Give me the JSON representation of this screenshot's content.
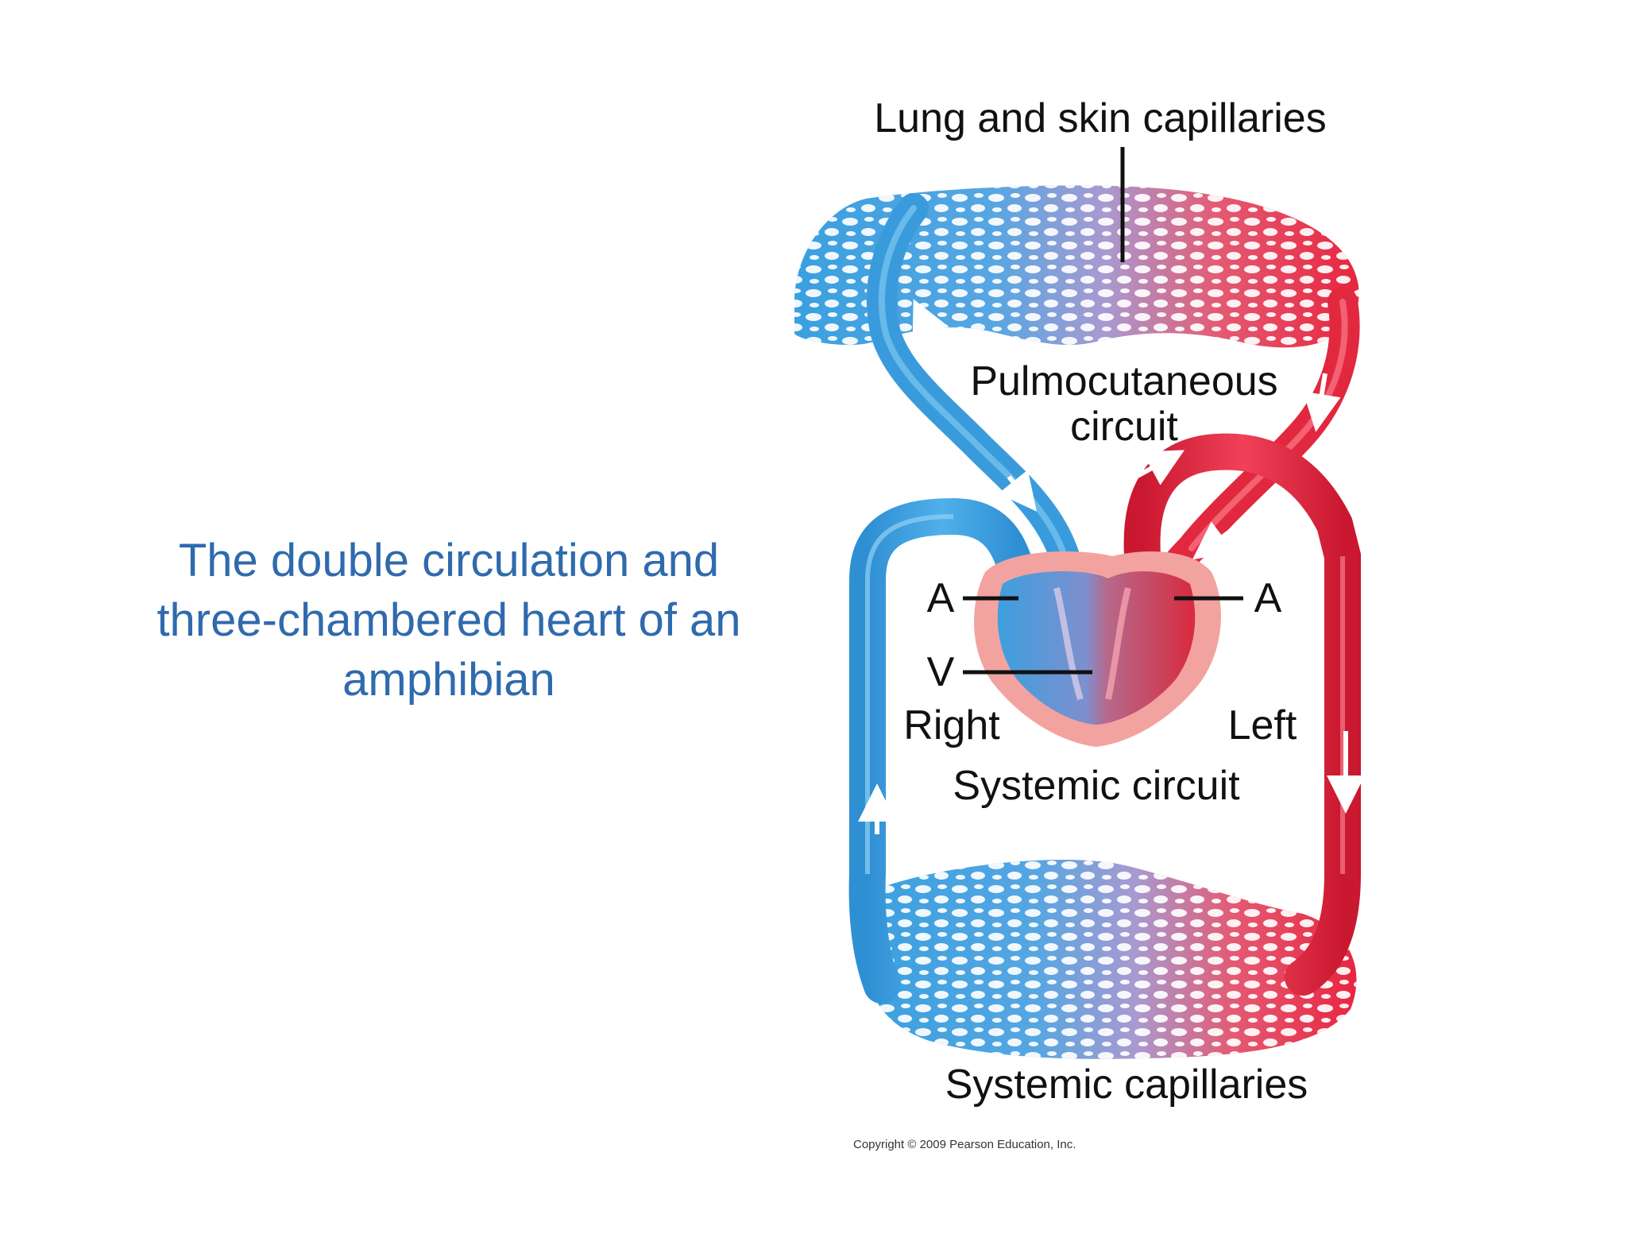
{
  "slide": {
    "title_lines": [
      "The double circulation and",
      "three-chambered heart of an",
      "amphibian"
    ]
  },
  "diagram": {
    "labels": {
      "lung_capillaries": "Lung and skin capillaries",
      "pulmocutaneous_line1": "Pulmocutaneous",
      "pulmocutaneous_line2": "circuit",
      "atrium_right": "A",
      "atrium_left": "A",
      "ventricle": "V",
      "right": "Right",
      "left": "Left",
      "systemic_circuit": "Systemic circuit",
      "systemic_capillaries": "Systemic capillaries"
    },
    "copyright": "Copyright © 2009 Pearson Education, Inc.",
    "colors": {
      "deoxygenated": "#3aa0e0",
      "oxygenated": "#e8253f",
      "mixed": "#a89ad0",
      "heart_tissue": "#f2a3a0",
      "title": "#2f6aad"
    }
  }
}
